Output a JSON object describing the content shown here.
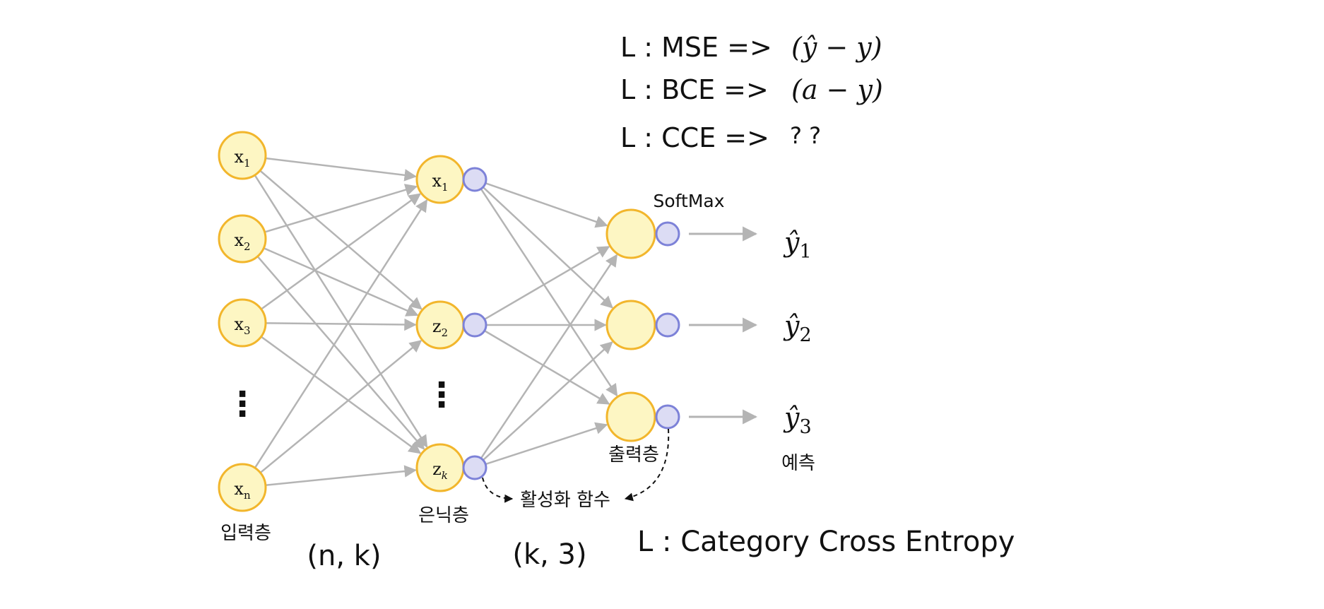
{
  "colors": {
    "neuron_fill": "#fdf6c3",
    "neuron_stroke": "#f2b62c",
    "activation_fill": "#dcdcf4",
    "activation_stroke": "#7d82d8",
    "edge": "#b4b4b4",
    "text": "#111111"
  },
  "loss": {
    "mse_label": "L : MSE =>",
    "mse_expr": "(ŷ  − y)",
    "bce_label": "L : BCE =>",
    "bce_expr": "(a  − y)",
    "cce_label": "L : CCE =>",
    "cce_expr": "? ?",
    "summary": "L : Category Cross Entropy"
  },
  "input_layer": {
    "label": "입력층",
    "nodes": [
      {
        "base": "x",
        "sub": "1"
      },
      {
        "base": "x",
        "sub": "2"
      },
      {
        "base": "x",
        "sub": "3"
      },
      {
        "base": "x",
        "sub": "n"
      }
    ],
    "ellipsis": "⋮"
  },
  "hidden_layer": {
    "label": "은닉층",
    "nodes": [
      {
        "base": "x",
        "sub": "1"
      },
      {
        "base": "z",
        "sub": "2"
      },
      {
        "base": "z",
        "sub": "k"
      }
    ],
    "ellipsis": "⋮"
  },
  "output_layer": {
    "label": "출력층",
    "softmax_label": "SoftMax",
    "prediction_label": "예측",
    "outputs": [
      {
        "base": "ŷ",
        "sub": "1"
      },
      {
        "base": "ŷ",
        "sub": "2"
      },
      {
        "base": "ŷ",
        "sub": "3"
      }
    ]
  },
  "activation_label": "활성화 함수",
  "shapes": {
    "w1": "(n, k)",
    "w2": "(k, 3)"
  }
}
